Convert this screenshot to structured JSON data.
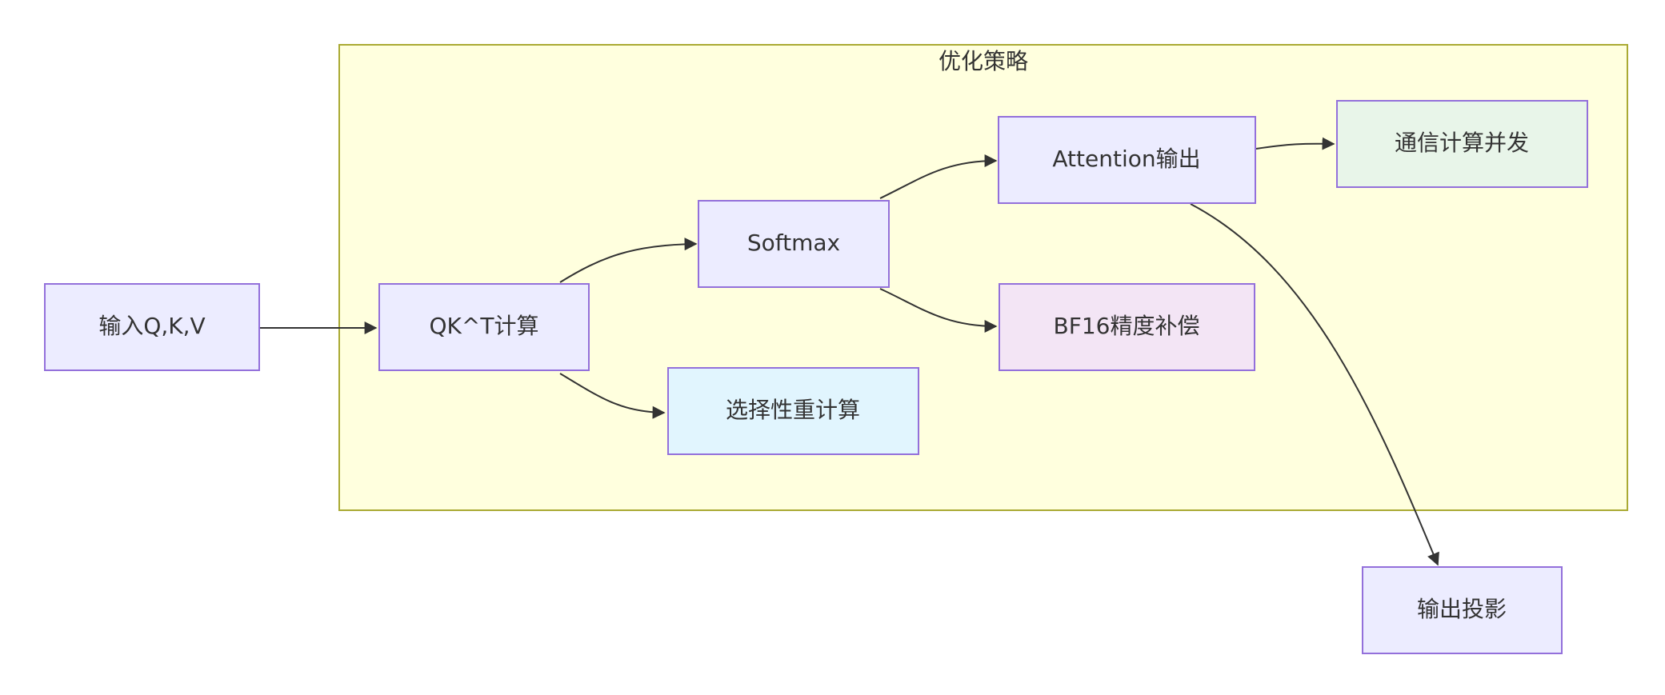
{
  "colors": {
    "cluster_fill": "#ffffde",
    "cluster_stroke": "#aaaa33",
    "node_stroke": "#9370db",
    "default_node_fill": "#ececff",
    "edge": "#333333",
    "text": "#333333"
  },
  "cluster": {
    "label": "优化策略"
  },
  "nodes": {
    "input": {
      "label": "输入Q,K,V",
      "fill": "#ececff"
    },
    "qkt": {
      "label": "QK^T计算",
      "fill": "#ececff"
    },
    "softmax": {
      "label": "Softmax",
      "fill": "#ececff"
    },
    "recompute": {
      "label": "选择性重计算",
      "fill": "#e1f5fe"
    },
    "attn_out": {
      "label": "Attention输出",
      "fill": "#ececff"
    },
    "bf16": {
      "label": "BF16精度补偿",
      "fill": "#f3e5f5"
    },
    "comm": {
      "label": "通信计算并发",
      "fill": "#e8f5e9"
    },
    "out_proj": {
      "label": "输出投影",
      "fill": "#ececff"
    }
  },
  "edges": [
    {
      "from": "输入Q,K,V",
      "to": "QK^T计算"
    },
    {
      "from": "QK^T计算",
      "to": "Softmax"
    },
    {
      "from": "QK^T计算",
      "to": "选择性重计算"
    },
    {
      "from": "Softmax",
      "to": "Attention输出"
    },
    {
      "from": "Softmax",
      "to": "BF16精度补偿"
    },
    {
      "from": "Attention输出",
      "to": "通信计算并发"
    },
    {
      "from": "Attention输出",
      "to": "输出投影"
    }
  ]
}
